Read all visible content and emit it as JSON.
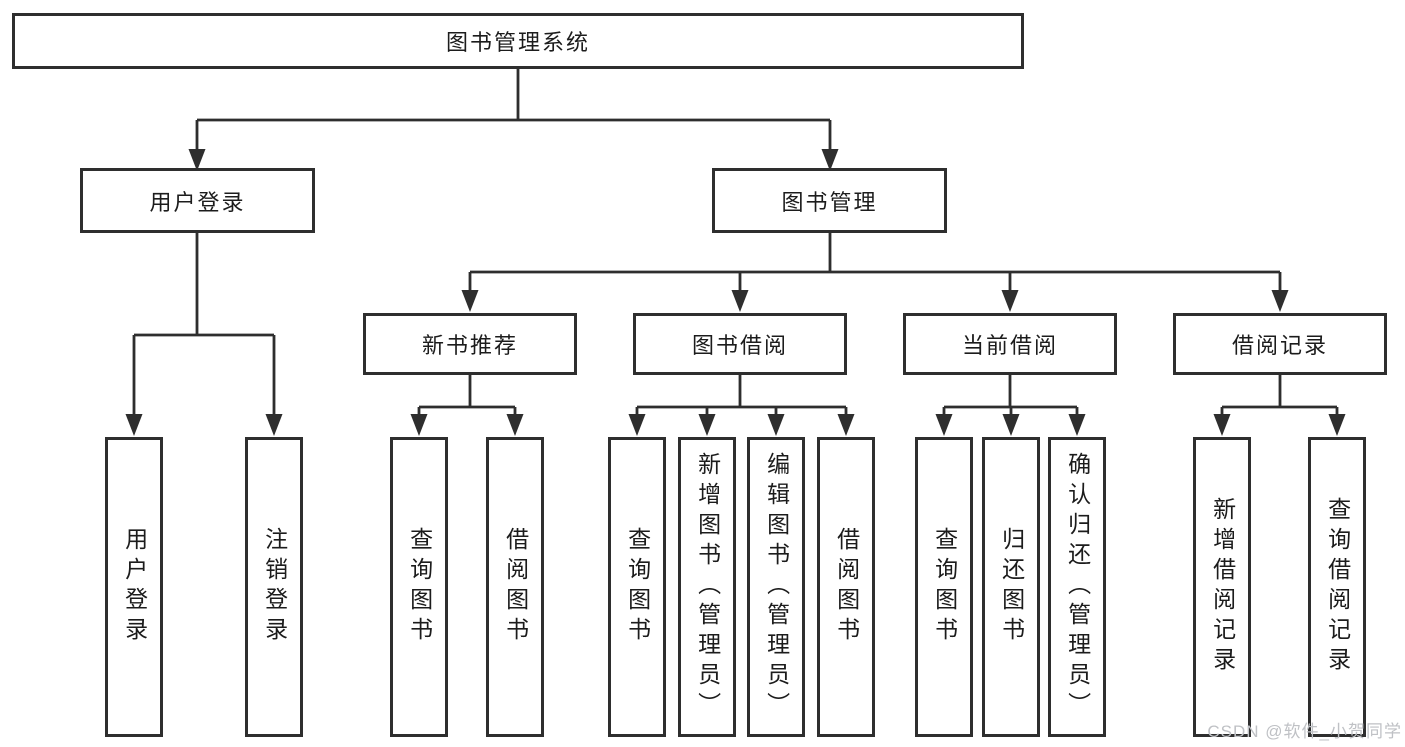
{
  "watermark": "CSDN @软件_小贺同学",
  "colors": {
    "line": "#2e2e2e",
    "text": "#1c1c1c",
    "watermark": "#bfc1c5",
    "background": "#ffffff"
  },
  "tree": {
    "root": {
      "label": "图书管理系统"
    },
    "branches": [
      {
        "label": "用户登录",
        "children": [
          {
            "label": "用户登录"
          },
          {
            "label": "注销登录"
          }
        ]
      },
      {
        "label": "图书管理",
        "groups": [
          {
            "label": "新书推荐",
            "children": [
              {
                "label": "查询图书"
              },
              {
                "label": "借阅图书"
              }
            ]
          },
          {
            "label": "图书借阅",
            "children": [
              {
                "label": "查询图书"
              },
              {
                "label": "新增图书（管理员）"
              },
              {
                "label": "编辑图书（管理员）"
              },
              {
                "label": "借阅图书"
              }
            ]
          },
          {
            "label": "当前借阅",
            "children": [
              {
                "label": "查询图书"
              },
              {
                "label": "归还图书"
              },
              {
                "label": "确认归还（管理员）"
              }
            ]
          },
          {
            "label": "借阅记录",
            "children": [
              {
                "label": "新增借阅记录"
              },
              {
                "label": "查询借阅记录"
              }
            ]
          }
        ]
      }
    ]
  }
}
